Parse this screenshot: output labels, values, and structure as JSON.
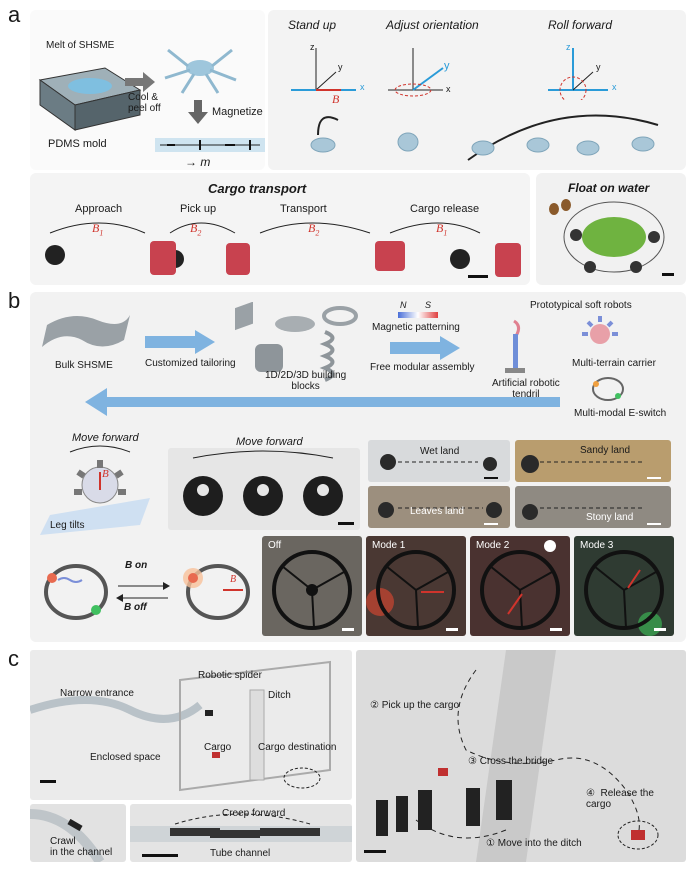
{
  "panel_a": {
    "letter": "a",
    "melt_label": "Melt of SHSME",
    "mold_label": "PDMS mold",
    "cool_peel": "Cool &\npeel off",
    "magnetize": "Magnetize",
    "m_label": "m",
    "stand_up": "Stand up",
    "adjust": "Adjust orientation",
    "roll": "Roll forward",
    "axis_z": "z",
    "axis_y": "y",
    "axis_x": "x",
    "axis_B": "B",
    "cargo_title": "Cargo transport",
    "approach": "Approach",
    "pickup": "Pick up",
    "transport": "Transport",
    "release": "Cargo release",
    "B1": "B",
    "B1_sub": "1",
    "B2": "B",
    "B2_sub": "2",
    "float_title": "Float on water"
  },
  "panel_b": {
    "letter": "b",
    "bulk": "Bulk SHSME",
    "tailoring": "Customized tailoring",
    "blocks": "1D/2D/3D building\nblocks",
    "N": "N",
    "S": "S",
    "mag_pattern": "Magnetic patterning",
    "assembly": "Free modular assembly",
    "proto": "Prototypical soft robots",
    "tendril": "Artificial robotic\ntendril",
    "carrier": "Multi-terrain carrier",
    "eswitch": "Multi-modal E-switch",
    "move_fwd": "Move forward",
    "move_fwd2": "Move forward",
    "leg_tilts": "Leg tilts",
    "B_label": "B",
    "wet": "Wet land",
    "sandy": "Sandy land",
    "leaves": "Leaves land",
    "stony": "Stony land",
    "b_on": "B on",
    "b_off": "B off",
    "off": "Off",
    "mode1": "Mode 1",
    "mode2": "Mode 2",
    "mode3": "Mode 3"
  },
  "panel_c": {
    "letter": "c",
    "narrow": "Narrow entrance",
    "spider": "Robotic spider",
    "ditch": "Ditch",
    "cargo": "Cargo",
    "destination": "Cargo destination",
    "enclosed": "Enclosed space",
    "crawl": "Crawl\nin the channel",
    "creep": "Creep forward",
    "tube": "Tube channel",
    "step1": "①  Move into the ditch",
    "step2": "②  Pick up the cargo",
    "step3": "③  Cross the bridge",
    "step4": "④  Release the\ncargo"
  },
  "colors": {
    "field": "#d0342c",
    "axis": "#2a9bd8",
    "frame": "#f2f2f2"
  }
}
